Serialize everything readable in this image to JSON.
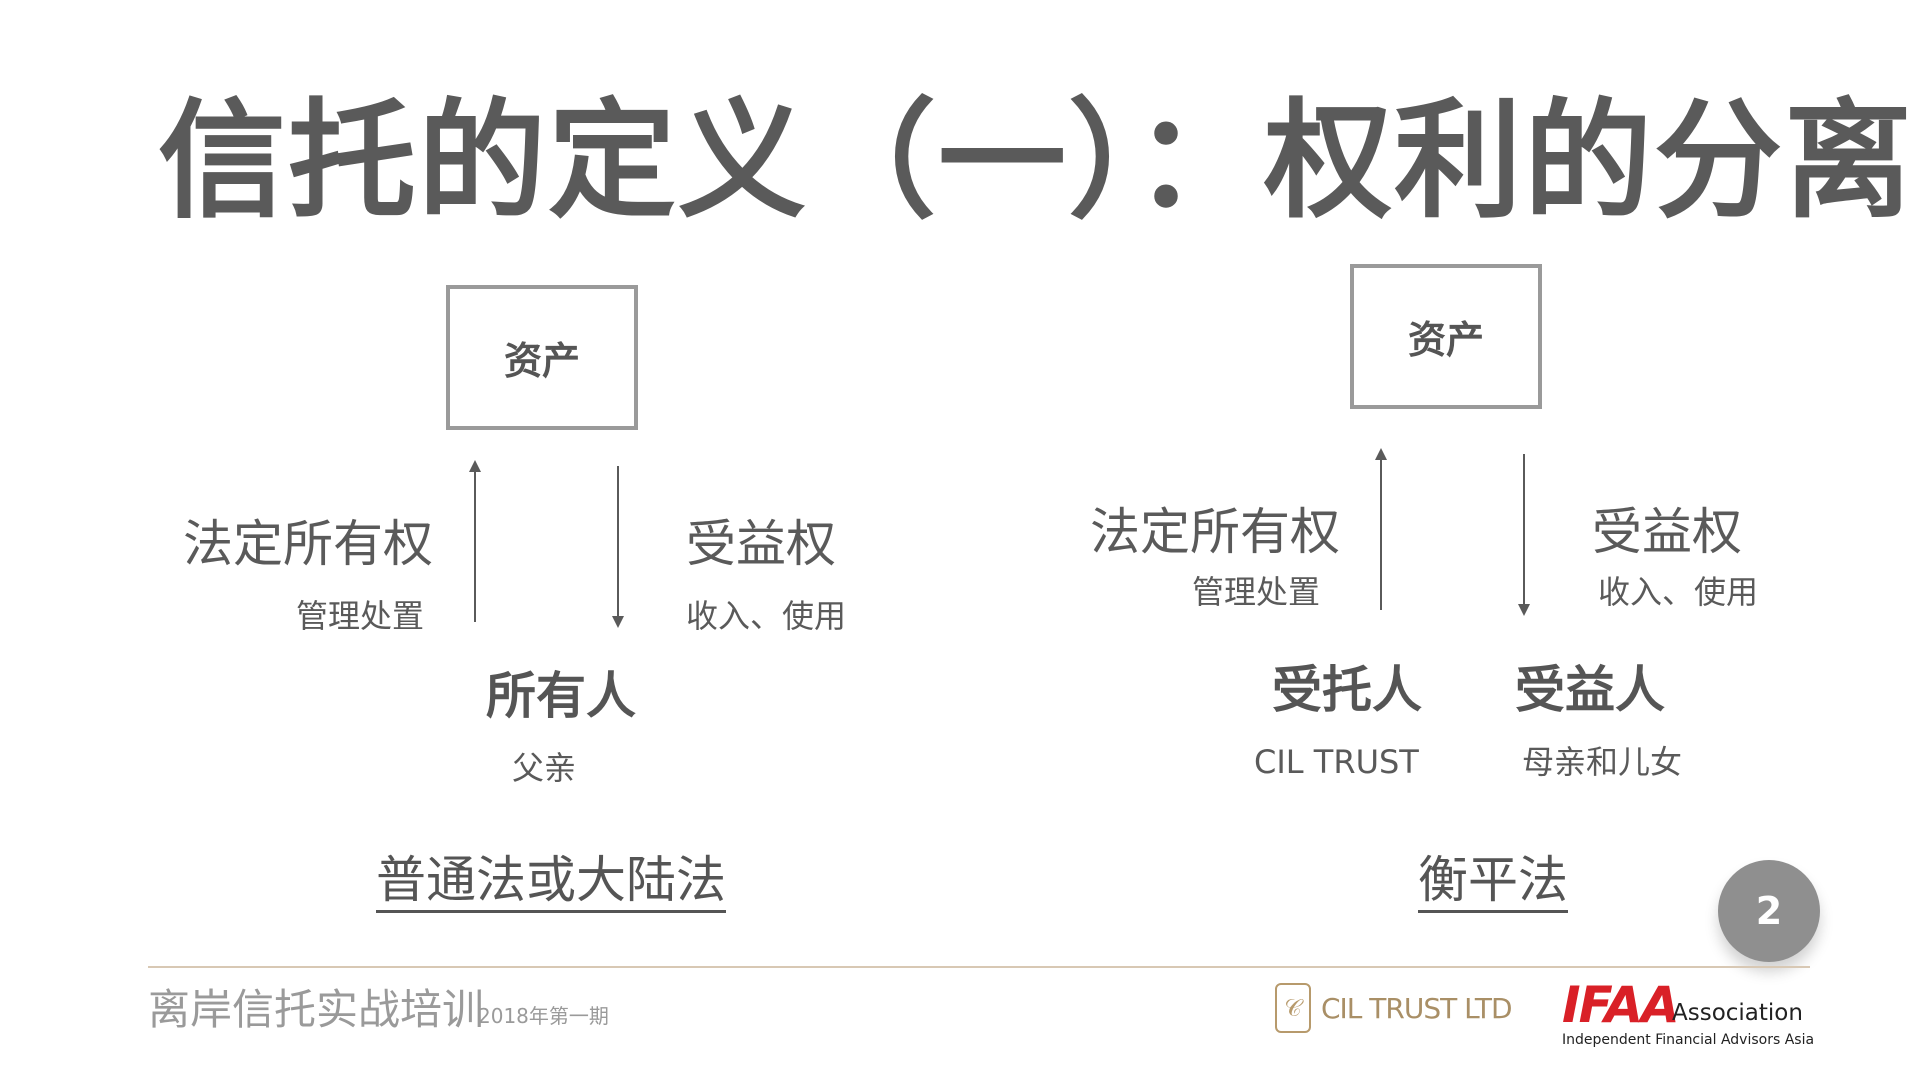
{
  "slide": {
    "title": "信托的定义（一）：权利的分离",
    "page_number": "2"
  },
  "left_diagram": {
    "asset_label": "资产",
    "right_big": "法定所有权",
    "right_sub": "管理处置",
    "benefit_big": "受益权",
    "benefit_sub": "收入、使用",
    "owner_label": "所有人",
    "owner_name": "父亲",
    "system_label": "普通法或大陆法"
  },
  "right_diagram": {
    "asset_label": "资产",
    "right_big": "法定所有权",
    "right_sub": "管理处置",
    "benefit_big": "受益权",
    "benefit_sub": "收入、使用",
    "trustee_label": "受托人",
    "trustee_name": "CIL TRUST",
    "beneficiary_label": "受益人",
    "beneficiary_name": "母亲和儿女",
    "system_label": "衡平法"
  },
  "footer": {
    "course_title": "离岸信托实战培训",
    "course_session": "2018年第一期",
    "cil_logo_text": "CIL TRUST LTD",
    "ifaa_logo_mark": "IFAA",
    "ifaa_association": "Association",
    "ifaa_tagline": "Independent Financial Advisors Asia"
  },
  "colors": {
    "text": "#555555",
    "box_border": "#9a9a9a",
    "page_circle": "#8f8f8f",
    "footer_line": "#d8c8b4",
    "cil_gold": "#b79a6c",
    "ifaa_red": "#d92027"
  }
}
